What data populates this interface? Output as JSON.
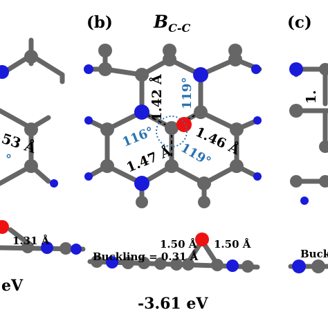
{
  "panels": {
    "a": {
      "top_bond_partial": "53 Å",
      "side_bond": "1.31 Å",
      "energy_partial": "eV"
    },
    "b": {
      "label": "(b)",
      "title_main": "B",
      "title_sub": "C-C",
      "bond_top": "1.42 Å",
      "bond_right": "1.46 Å",
      "bond_left": "1.47 Å",
      "angle_top": "119°",
      "angle_left": "116°",
      "angle_right": "119°",
      "side_bond_left": "1.50 Å",
      "side_bond_right": "1.50 Å",
      "buckling": "Buckling = 0.31 Å",
      "energy": "-3.61 eV"
    },
    "c": {
      "label": "(c)",
      "top_bond_partial": "1.",
      "buckling_partial": "Buck"
    }
  },
  "colors": {
    "carbon": "#666666",
    "nitrogen": "#1a1adb",
    "boron": "#ee1111",
    "angle_text": "#2a72b0",
    "bond_text": "#000000"
  }
}
